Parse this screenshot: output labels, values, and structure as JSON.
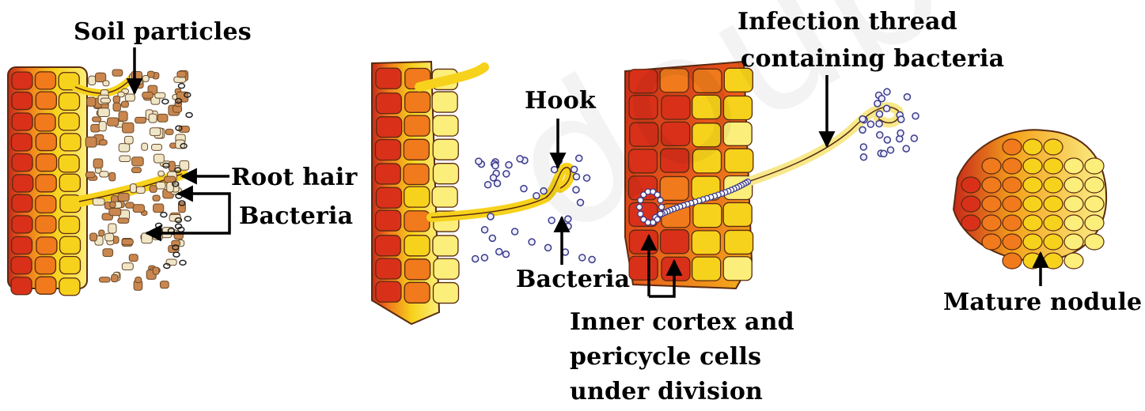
{
  "labels": {
    "soil_particles": "Soil particles",
    "root_hair": "Root hair",
    "bacteria_1": "Bacteria",
    "hook": "Hook",
    "bacteria_2": "Bacteria",
    "infection_thread_line1": "Infection thread",
    "infection_thread_line2": "containing bacteria",
    "inner_cortex_line1": "Inner cortex and",
    "inner_cortex_line2": "pericycle cells",
    "inner_cortex_line3": "under division",
    "mature_nodule": "Mature nodule"
  },
  "watermark": "doubtnut.com",
  "colors": {
    "cell_red": "#d9301a",
    "cell_orange": "#f07a1c",
    "cell_yellow": "#f7d21c",
    "cell_pale": "#fbee7a",
    "cell_border": "#5a2a10",
    "bacteria": "#3a3a8a",
    "soil": "#c9864e"
  }
}
